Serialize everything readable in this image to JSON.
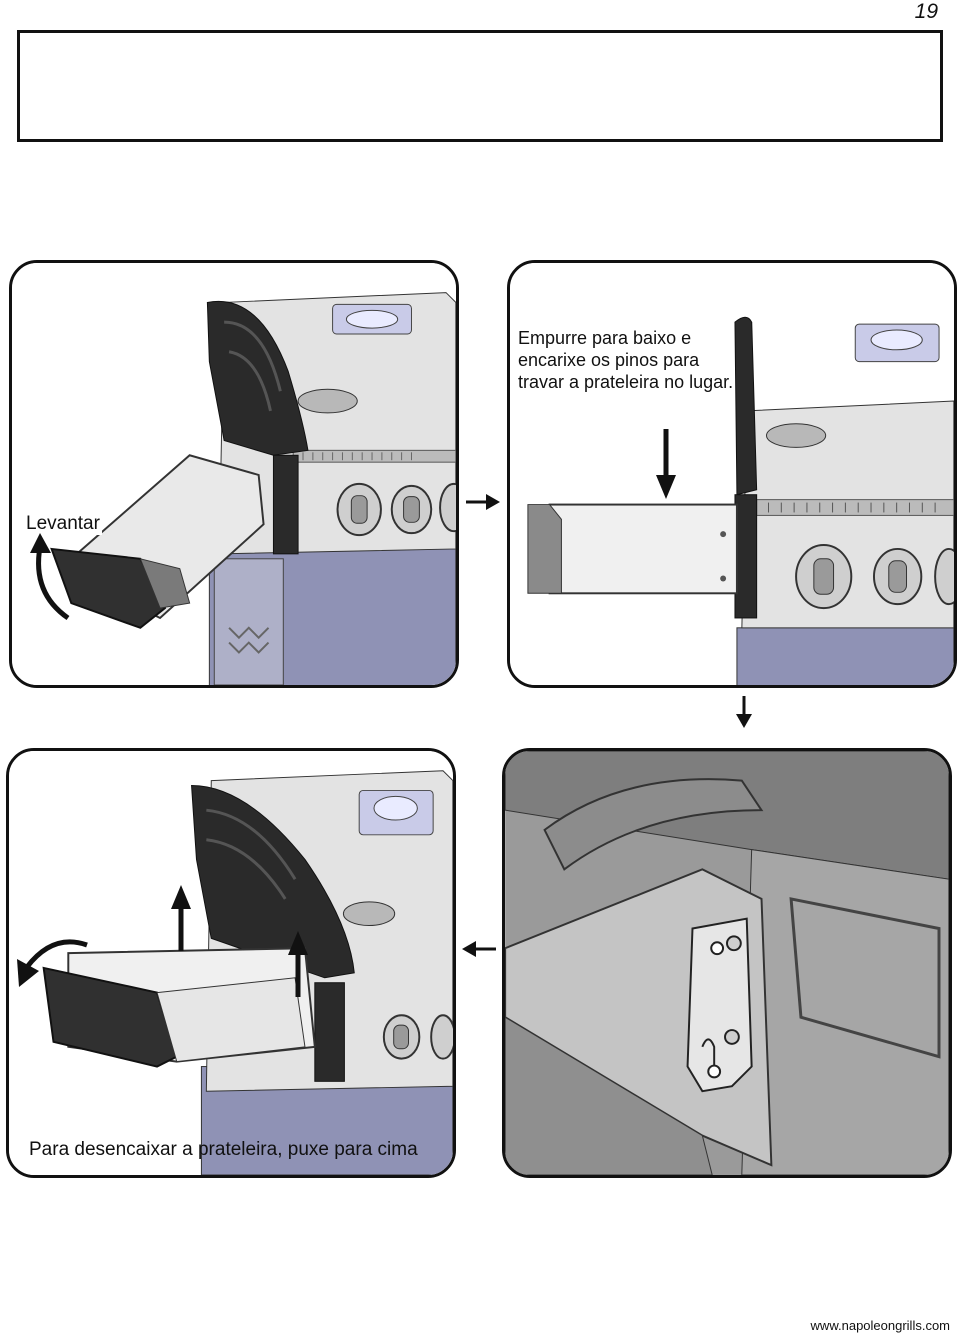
{
  "page": {
    "number": "19"
  },
  "header": {
    "box_text": ""
  },
  "steps": {
    "panel1": {
      "label": "Levantar"
    },
    "panel2": {
      "label": "Empurre para baixo e encarixe os pinos para travar a prateleira no lugar."
    },
    "panel3": {
      "label": "Para desencaixar a prateleira, puxe para cima"
    },
    "panel4": {
      "label": ""
    }
  },
  "footer": {
    "url": "www.napoleongrills.com"
  },
  "colors": {
    "grill_steel": "#d9d9d9",
    "cabinet_blue": "#8f92b5",
    "handle_black": "#2a2a2a",
    "outline": "#111111"
  },
  "icons": [
    "arrow-right-icon",
    "arrow-down-icon",
    "arrow-left-icon",
    "arrow-up-icon",
    "curved-arrow-icon",
    "napoleon-logo"
  ]
}
